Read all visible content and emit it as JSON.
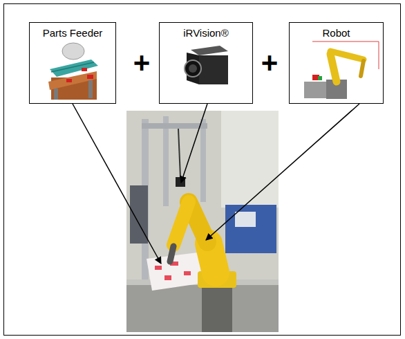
{
  "diagram": {
    "nodes": [
      {
        "text": [
          "Parts Feeder"
        ]
      },
      {
        "text": [
          "iRVision®"
        ]
      },
      {
        "text": [
          "Robot"
        ]
      }
    ],
    "labels": [
      "+",
      "+"
    ]
  }
}
